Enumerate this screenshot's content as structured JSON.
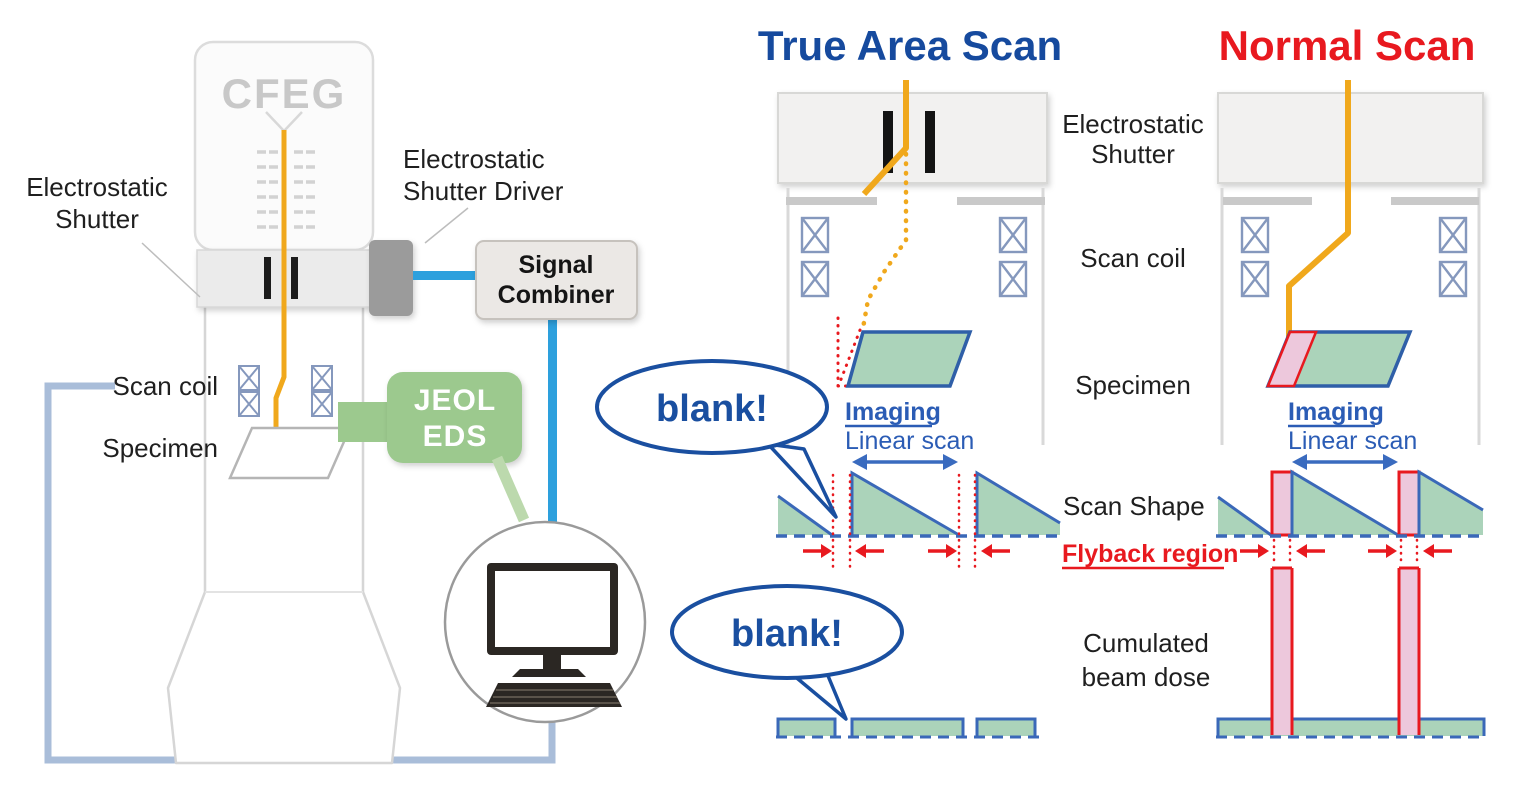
{
  "colors": {
    "true_scan_blue": "#164a9e",
    "normal_scan_red": "#e8191f",
    "beam_orange": "#f0a81c",
    "specimen_green": "#abd3ba",
    "diagram_blue": "#3a68b8",
    "imaging_text_blue": "#2b5cb5",
    "flyback_pink": "#edc8dc",
    "signal_cable_blue": "#2da0dd",
    "feedback_loop_blue": "#a9bdd9",
    "eds_green": "#9cc98e",
    "callout_blue": "#1a4fa0"
  },
  "left_diagram": {
    "gun_label": "CFEG",
    "shutter_label": {
      "line1": "Electrostatic",
      "line2": "Shutter"
    },
    "driver_label": {
      "line1": "Electrostatic",
      "line2": "Shutter Driver"
    },
    "signal_combiner": {
      "line1": "Signal",
      "line2": "Combiner"
    },
    "scan_coil_label": "Scan coil",
    "specimen_label": "Specimen",
    "eds_box": {
      "line1": "JEOL",
      "line2": "EDS"
    }
  },
  "comparison": {
    "true_scan_title": "True Area Scan",
    "normal_scan_title": "Normal Scan",
    "row_labels": {
      "shutter_line1": "Electrostatic",
      "shutter_line2": "Shutter",
      "scan_coil": "Scan coil",
      "specimen": "Specimen",
      "scan_shape": "Scan Shape",
      "flyback_region": "Flyback region",
      "dose_line1": "Cumulated",
      "dose_line2": "beam dose"
    },
    "true_scan": {
      "imaging": "Imaging",
      "linear_scan": "Linear scan",
      "blank_callout_upper": "blank!",
      "blank_callout_lower": "blank!"
    },
    "normal_scan": {
      "imaging": "Imaging",
      "linear_scan": "Linear scan"
    }
  }
}
